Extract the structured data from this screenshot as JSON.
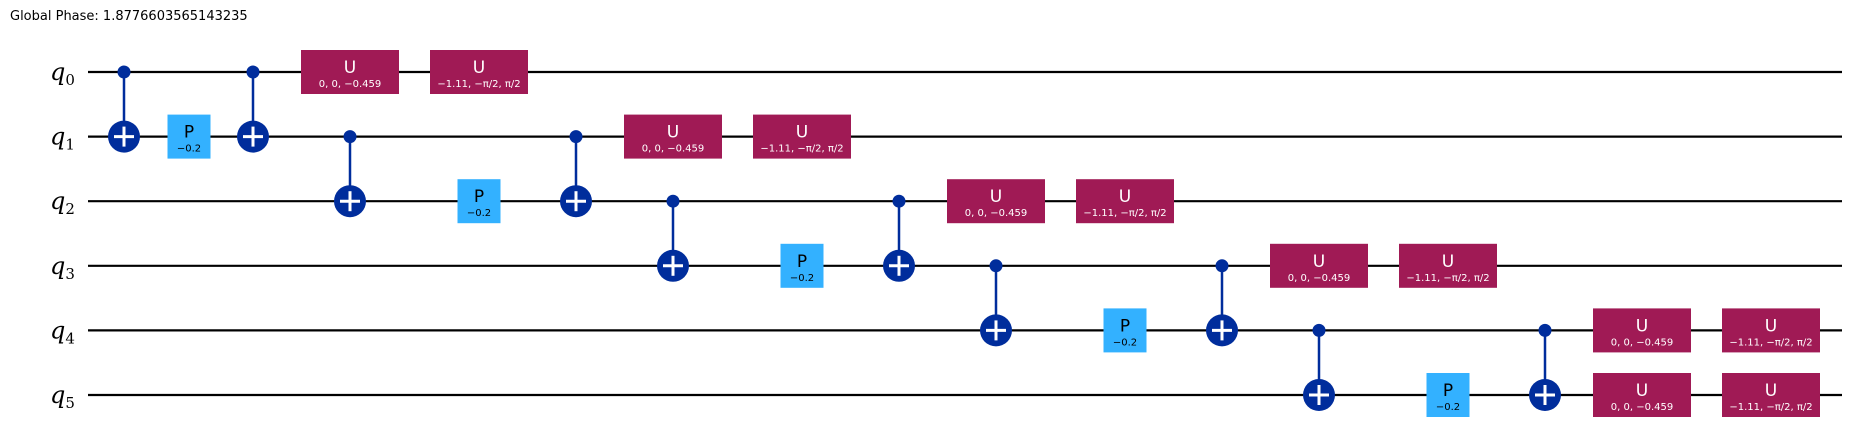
{
  "global_phase": "Global Phase: 1.8776603565143235",
  "colors": {
    "wire": "#000000",
    "cnot": "#002d9c",
    "u_gate": "#a01a55",
    "p_gate": "#33b1ff",
    "background": "#ffffff"
  },
  "qubits": [
    {
      "name": "q",
      "index": "0"
    },
    {
      "name": "q",
      "index": "1"
    },
    {
      "name": "q",
      "index": "2"
    },
    {
      "name": "q",
      "index": "3"
    },
    {
      "name": "q",
      "index": "4"
    },
    {
      "name": "q",
      "index": "5"
    }
  ],
  "columns": [
    [
      {
        "gate": "cx",
        "control": 0,
        "target": 1
      }
    ],
    [
      {
        "gate": "p",
        "qubit": 1,
        "label": "P",
        "params": "−0.2"
      }
    ],
    [
      {
        "gate": "cx",
        "control": 0,
        "target": 1
      }
    ],
    [
      {
        "gate": "u",
        "qubit": 0,
        "label": "U",
        "params": "0, 0, −0.459"
      },
      {
        "gate": "cx",
        "control": 1,
        "target": 2
      }
    ],
    [
      {
        "gate": "u",
        "qubit": 0,
        "label": "U",
        "params": "−1.11, −π/2, π/2"
      },
      {
        "gate": "p",
        "qubit": 2,
        "label": "P",
        "params": "−0.2"
      }
    ],
    [
      {
        "gate": "cx",
        "control": 1,
        "target": 2
      }
    ],
    [
      {
        "gate": "u",
        "qubit": 1,
        "label": "U",
        "params": "0, 0, −0.459"
      },
      {
        "gate": "cx",
        "control": 2,
        "target": 3
      }
    ],
    [
      {
        "gate": "u",
        "qubit": 1,
        "label": "U",
        "params": "−1.11, −π/2, π/2"
      },
      {
        "gate": "p",
        "qubit": 3,
        "label": "P",
        "params": "−0.2"
      }
    ],
    [
      {
        "gate": "cx",
        "control": 2,
        "target": 3
      }
    ],
    [
      {
        "gate": "u",
        "qubit": 2,
        "label": "U",
        "params": "0, 0, −0.459"
      },
      {
        "gate": "cx",
        "control": 3,
        "target": 4
      }
    ],
    [
      {
        "gate": "u",
        "qubit": 2,
        "label": "U",
        "params": "−1.11, −π/2, π/2"
      },
      {
        "gate": "p",
        "qubit": 4,
        "label": "P",
        "params": "−0.2"
      }
    ],
    [
      {
        "gate": "cx",
        "control": 3,
        "target": 4
      }
    ],
    [
      {
        "gate": "u",
        "qubit": 3,
        "label": "U",
        "params": "0, 0, −0.459"
      },
      {
        "gate": "cx",
        "control": 4,
        "target": 5
      }
    ],
    [
      {
        "gate": "u",
        "qubit": 3,
        "label": "U",
        "params": "−1.11, −π/2, π/2"
      },
      {
        "gate": "p",
        "qubit": 5,
        "label": "P",
        "params": "−0.2"
      }
    ],
    [
      {
        "gate": "cx",
        "control": 4,
        "target": 5
      }
    ],
    [
      {
        "gate": "u",
        "qubit": 4,
        "label": "U",
        "params": "0, 0, −0.459"
      },
      {
        "gate": "u",
        "qubit": 5,
        "label": "U",
        "params": "0, 0, −0.459"
      }
    ],
    [
      {
        "gate": "u",
        "qubit": 4,
        "label": "U",
        "params": "−1.11, −π/2, π/2"
      },
      {
        "gate": "u",
        "qubit": 5,
        "label": "U",
        "params": "−1.11, −π/2, π/2"
      }
    ]
  ]
}
